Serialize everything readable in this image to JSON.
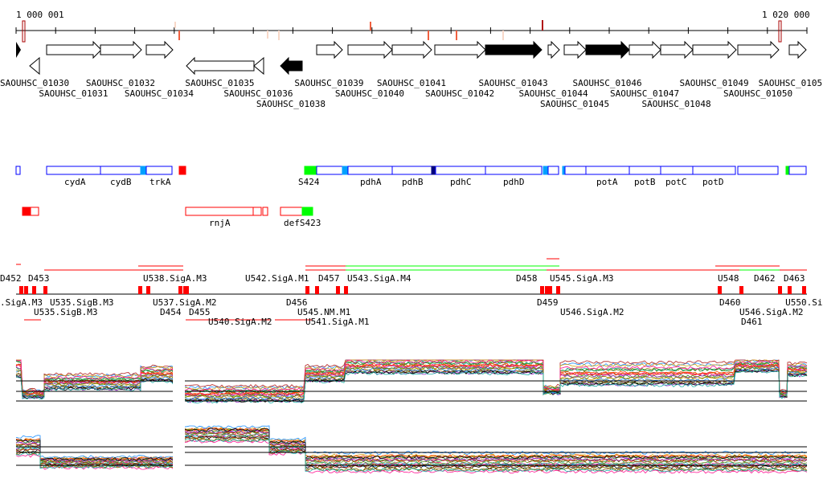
{
  "ruler": {
    "start_label": "1 000 001",
    "end_label": "1 020 000"
  },
  "genes": [
    "SAOUHSC_01030",
    "SAOUHSC_01031",
    "SAOUHSC_01032",
    "SAOUHSC_01034",
    "SAOUHSC_01035",
    "SAOUHSC_01036",
    "SAOUHSC_01038",
    "SAOUHSC_01039",
    "SAOUHSC_01040",
    "SAOUHSC_01041",
    "SAOUHSC_01042",
    "SAOUHSC_01043",
    "SAOUHSC_01044",
    "SAOUHSC_01045",
    "SAOUHSC_01046",
    "SAOUHSC_01047",
    "SAOUHSC_01048",
    "SAOUHSC_01049",
    "SAOUHSC_01050",
    "SAOUHSC_0105"
  ],
  "operons_fwd": [
    "cydA",
    "cydB",
    "trkA",
    "S424",
    "pdhA",
    "pdhB",
    "pdhC",
    "pdhD",
    "potA",
    "potB",
    "potC",
    "potD"
  ],
  "operons_rev": [
    "rnjA",
    "defS423"
  ],
  "segments": [
    "D452",
    "U535.SigB.M3",
    "U537.SigA.M2",
    "U538.SigA.M3",
    "D454",
    "U541.SigA.M1",
    "D457",
    "U543.SigA.M4",
    "D458",
    "D459",
    "U545.SigA.M3",
    "U546.SigA.M2",
    "U548",
    "D462",
    "D463",
    "U550.Si",
    ".SigA.M3",
    "D453",
    "D455",
    "U540.SigA.M2",
    "U542.SigA.M1",
    "D456",
    "U545.NM.M1",
    "D460",
    "D461"
  ],
  "colors": {
    "fwd": "#0000ff",
    "rev": "#ff0000",
    "light": "#00a0ff",
    "dark": "#000080",
    "green": "#00ff00"
  }
}
